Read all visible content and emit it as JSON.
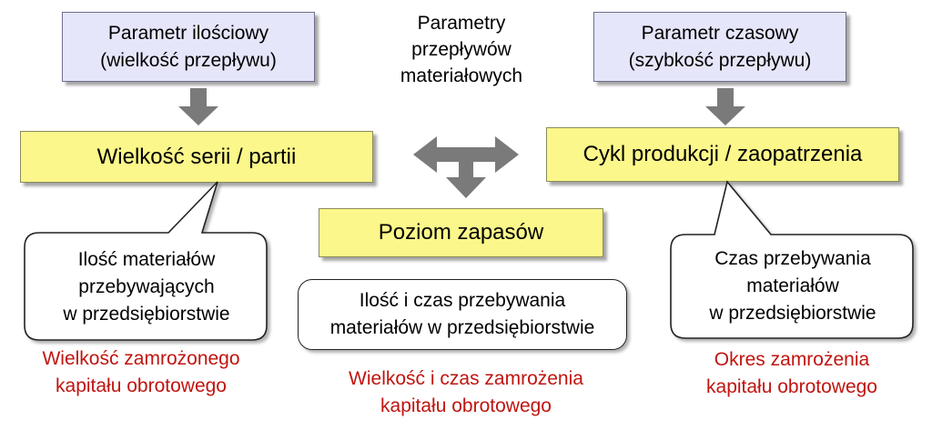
{
  "center_title": "Parametry\nprzepływów\nmateriałowych",
  "param_left": "Parametr ilościowy\n(wielkość przepływu)",
  "param_right": "Parametr czasowy\n(szybkość przepływu)",
  "yellow_left": "Wielkość serii / partii",
  "yellow_right": "Cykl produkcji / zaopatrzenia",
  "yellow_center": "Poziom zapasów",
  "bubble_left": "Ilość materiałów\nprzebywających\nw przedsiębiorstwie",
  "bubble_right": "Czas przebywania\nmateriałów\nw przedsiębiorstwie",
  "box_center": "Ilość i czas przebywania\nmateriałów w przedsiębiorstwie",
  "red_left": "Wielkość zamrożonego\nkapitału obrotowego",
  "red_center": "Wielkość i czas zamrożenia\nkapitału obrotowego",
  "red_right": "Okres zamrożenia\nkapitału obrotowego",
  "colors": {
    "param_fill": "#e6e6fb",
    "yellow_fill": "#fbf78a",
    "arrow": "#7a7a7a",
    "red_text": "#c0140f"
  }
}
